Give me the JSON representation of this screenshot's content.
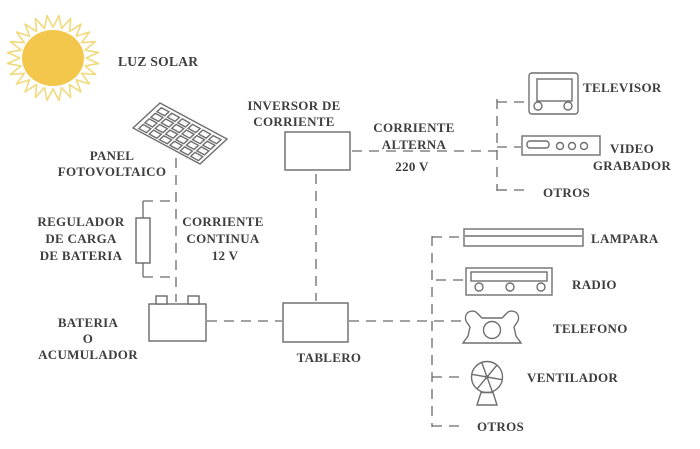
{
  "colors": {
    "background": "#ffffff",
    "line": "#6a6a6a",
    "text": "#3e3e3e",
    "sun_core": "#f3c64c",
    "sun_rays": "#f1da7e"
  },
  "sun_label": "LUZ SOLAR",
  "nodes": {
    "panel": {
      "lines": [
        "PANEL",
        "FOTOVOLTAICO"
      ]
    },
    "regulador": {
      "lines": [
        "REGULADOR",
        "DE CARGA",
        "DE BATERIA"
      ]
    },
    "corriente_continua": {
      "lines": [
        "CORRIENTE",
        "CONTINUA"
      ],
      "voltage": "12 V"
    },
    "bateria": {
      "lines": [
        "BATERIA",
        "O",
        "ACUMULADOR"
      ]
    },
    "inversor": {
      "lines": [
        "INVERSOR DE",
        "CORRIENTE"
      ]
    },
    "corriente_alterna": {
      "lines": [
        "CORRIENTE",
        "ALTERNA"
      ],
      "voltage": "220 V"
    },
    "tablero": {
      "label": "TABLERO"
    }
  },
  "ac_loads": {
    "televisor": {
      "label": "TELEVISOR"
    },
    "video_grabador": {
      "lines": [
        "VIDEO",
        "GRABADOR"
      ]
    },
    "otros": {
      "label": "OTROS"
    }
  },
  "dc_loads": {
    "lampara": {
      "label": "LAMPARA"
    },
    "radio": {
      "label": "RADIO"
    },
    "telefono": {
      "label": "TELEFONO"
    },
    "ventilador": {
      "label": "VENTILADOR"
    },
    "otros": {
      "label": "OTROS"
    }
  }
}
